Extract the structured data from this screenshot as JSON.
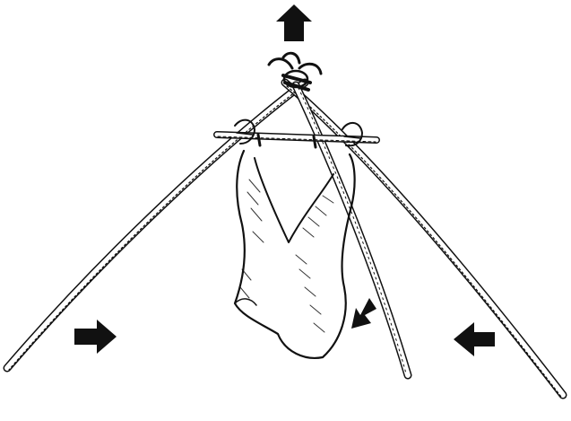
{
  "illustration": {
    "ink_color": "#111111",
    "background_color": "#ffffff",
    "arrows": [
      {
        "name": "arrow-up-icon",
        "direction": "up"
      },
      {
        "name": "arrow-right-icon",
        "direction": "right"
      },
      {
        "name": "arrow-down-left-icon",
        "direction": "down-left"
      },
      {
        "name": "arrow-left-icon",
        "direction": "left"
      }
    ]
  }
}
